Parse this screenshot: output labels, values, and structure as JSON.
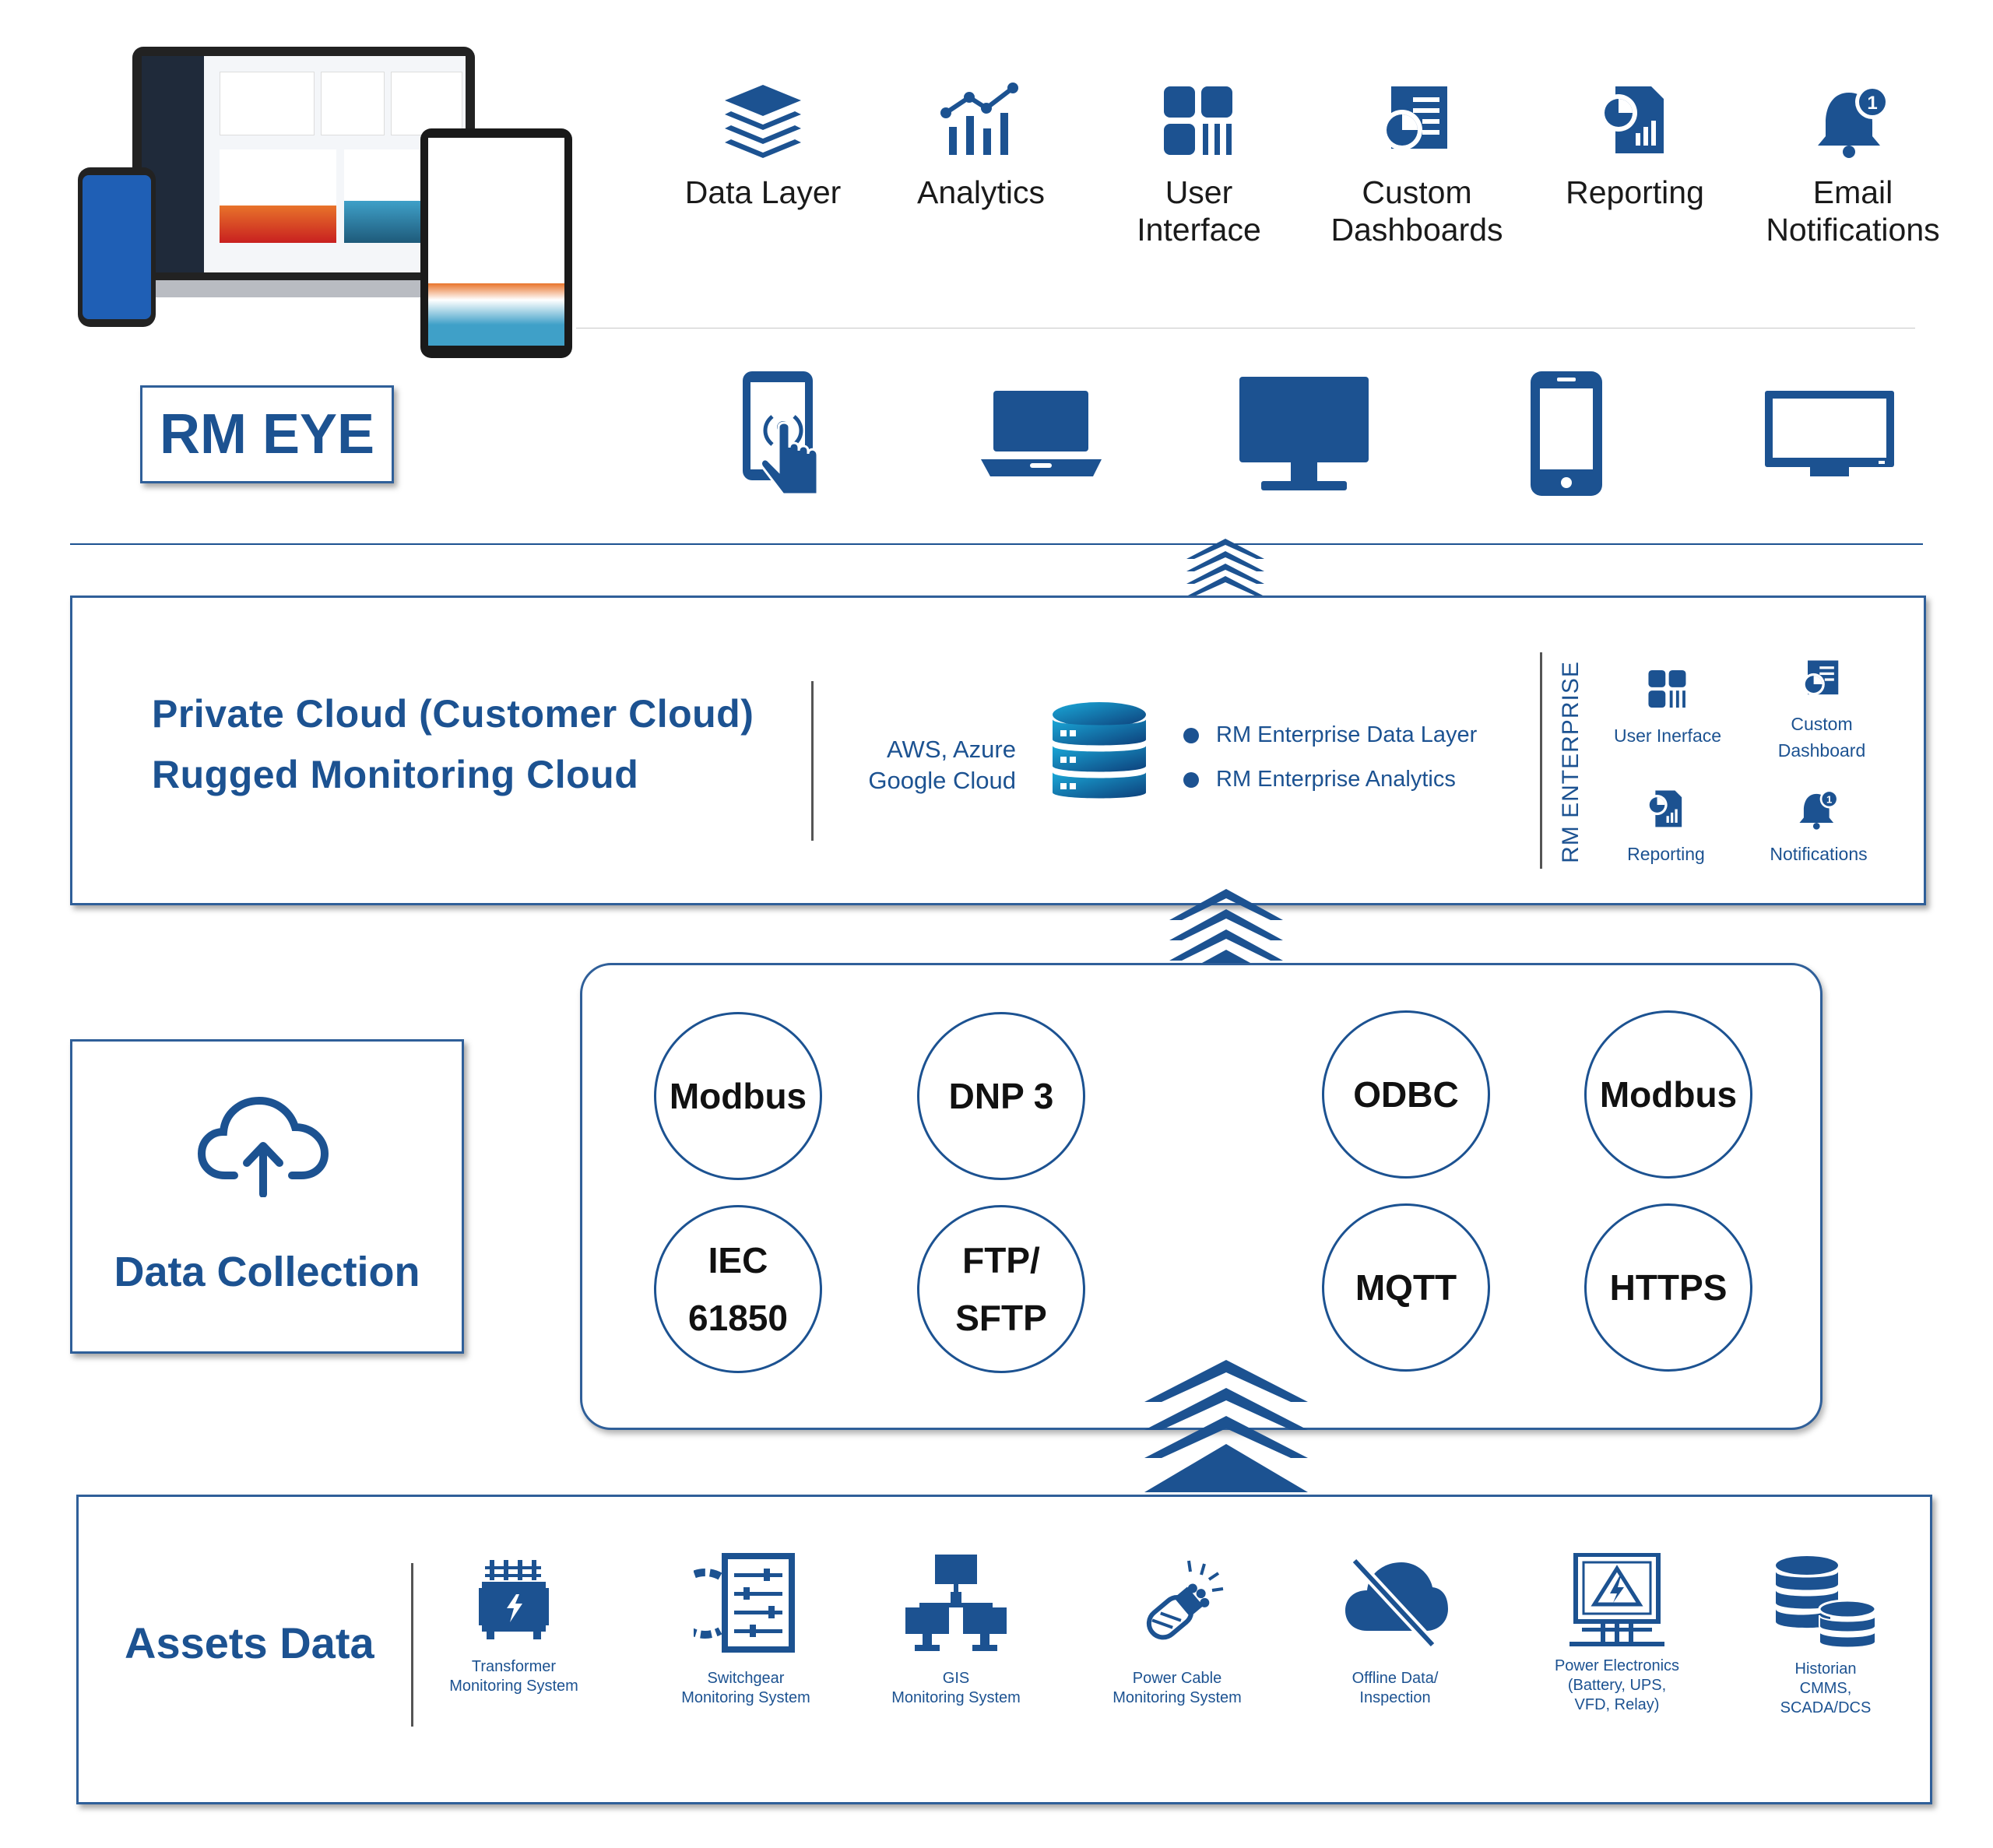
{
  "features": [
    {
      "icon": "layers-icon",
      "label": "Data Layer"
    },
    {
      "icon": "analytics-chart-icon",
      "label": "Analytics"
    },
    {
      "icon": "dashboard-grid-icon",
      "label": "User\nInterface"
    },
    {
      "icon": "custom-dashboard-icon",
      "label": "Custom\nDashboards"
    },
    {
      "icon": "report-document-icon",
      "label": "Reporting"
    },
    {
      "icon": "bell-notification-icon",
      "label": "Email\nNotifications"
    }
  ],
  "notification_badge": "1",
  "rm_eye": {
    "title": "RM EYE"
  },
  "devices": [
    "touch-tablet-icon",
    "laptop-icon",
    "desktop-monitor-icon",
    "smartphone-icon",
    "tv-display-icon"
  ],
  "cloud": {
    "line1": "Private Cloud (Customer Cloud)",
    "line2": "Rugged Monitoring Cloud",
    "providers_line1": "AWS, Azure",
    "providers_line2": "Google Cloud",
    "bullets": [
      "RM Enterprise Data Layer",
      "RM Enterprise Analytics"
    ],
    "enterprise_label": "RM ENTERPRISE",
    "enterprise_items": [
      {
        "icon": "dashboard-grid-icon",
        "label": "User Inerface"
      },
      {
        "icon": "custom-dashboard-icon",
        "label": "Custom\nDashboard"
      },
      {
        "icon": "report-document-icon",
        "label": "Reporting"
      },
      {
        "icon": "bell-notification-icon",
        "label": "Notifications"
      }
    ]
  },
  "data_collection": {
    "title": "Data Collection"
  },
  "protocols": [
    {
      "label": "Modbus"
    },
    {
      "label": "DNP 3"
    },
    {
      "label": "ODBC"
    },
    {
      "label": "Modbus"
    },
    {
      "label": "IEC\n61850"
    },
    {
      "label": "FTP/\nSFTP"
    },
    {
      "label": "MQTT"
    },
    {
      "label": "HTTPS"
    }
  ],
  "assets": {
    "title": "Assets Data",
    "items": [
      {
        "icon": "transformer-icon",
        "label": "Transformer\nMonitoring System"
      },
      {
        "icon": "switchgear-icon",
        "label": "Switchgear\nMonitoring System"
      },
      {
        "icon": "gis-network-icon",
        "label": "GIS\nMonitoring System"
      },
      {
        "icon": "power-cable-icon",
        "label": "Power Cable\nMonitoring System"
      },
      {
        "icon": "offline-cloud-icon",
        "label": "Offline Data/\nInspection"
      },
      {
        "icon": "power-electronics-icon",
        "label": "Power Electronics\n(Battery, UPS,\nVFD, Relay)"
      },
      {
        "icon": "historian-database-icon",
        "label": "Historian\nCMMS,\nSCADA/DCS"
      }
    ]
  },
  "colors": {
    "primary": "#1c5291",
    "text": "#1a1a1a",
    "border": "#2f5f99"
  }
}
